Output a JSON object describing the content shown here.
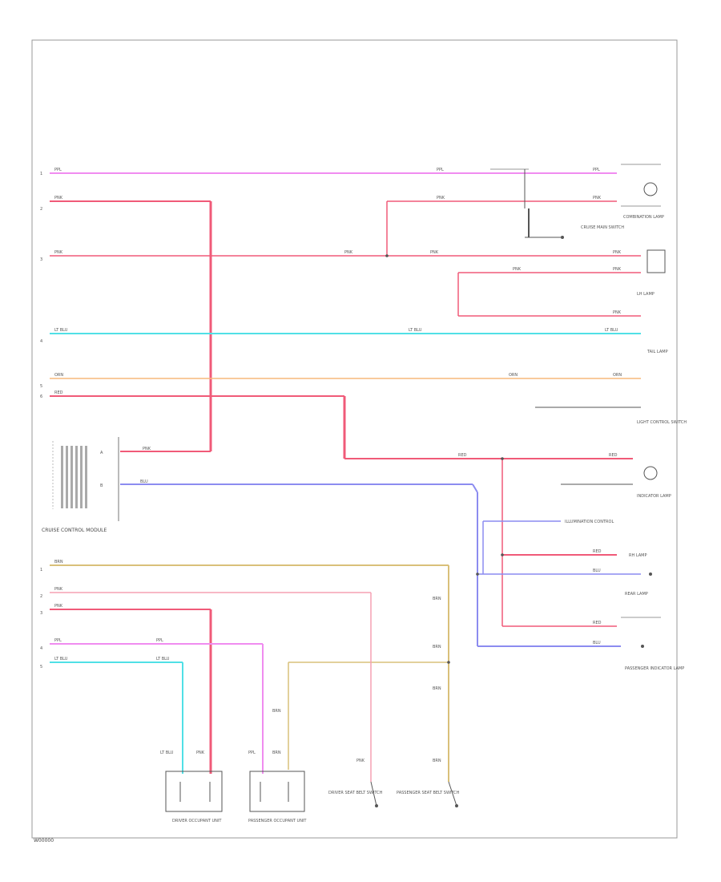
{
  "figure_id": "W00000",
  "colors": {
    "pink": "#f08cf0",
    "red": "#f05a78",
    "cyan": "#50e0e6",
    "orange": "#f7b87c",
    "blue": "#8c8cf0",
    "tan": "#d9c07a",
    "pale_pink": "#f5a0b4"
  },
  "pins_left_top": [
    "1",
    "2",
    "3",
    "4",
    "5",
    "6"
  ],
  "pins_left_bottom": [
    "1",
    "2",
    "3",
    "4",
    "5"
  ],
  "wires_main": [
    {
      "label": "PPL",
      "right": "PPL"
    },
    {
      "label": "PNK",
      "right": "PNK"
    },
    {
      "label": "PNK",
      "right": "PNK"
    },
    {
      "label": "LT BLU",
      "right": "LT BLU"
    },
    {
      "label": "ORN",
      "right": "ORN"
    },
    {
      "label": "RED",
      "right": "RED"
    }
  ],
  "wires_bottom": [
    {
      "label": "BRN"
    },
    {
      "label": "PNK"
    },
    {
      "label": "PNK"
    },
    {
      "label": "PPL"
    },
    {
      "label": "LT BLU"
    }
  ],
  "left_module": {
    "label": "CRUISE CONTROL MODULE",
    "pin_a": "A",
    "pin_b": "B"
  },
  "component_labels": {
    "combination_lamp": "COMBINATION LAMP",
    "cruise_main": "CRUISE MAIN SWITCH",
    "lh_lamp": "LH LAMP",
    "tail_lamp": "TAIL LAMP",
    "light_control": "LIGHT CONTROL SWITCH",
    "illumination": "ILLUMINATION CONTROL",
    "indicator": "INDICATOR LAMP",
    "rh_lamp": "RH LAMP",
    "rear_lamp": "REAR LAMP",
    "passenger_unit": "PASSENGER INDICATOR LAMP",
    "driver_seat": "DRIVER SEAT BELT SWITCH",
    "passenger_seat": "PASSENGER SEAT BELT SWITCH",
    "driver_unit": "DRIVER OCCUPANT UNIT",
    "passenger_occupant": "PASSENGER OCCUPANT UNIT"
  }
}
